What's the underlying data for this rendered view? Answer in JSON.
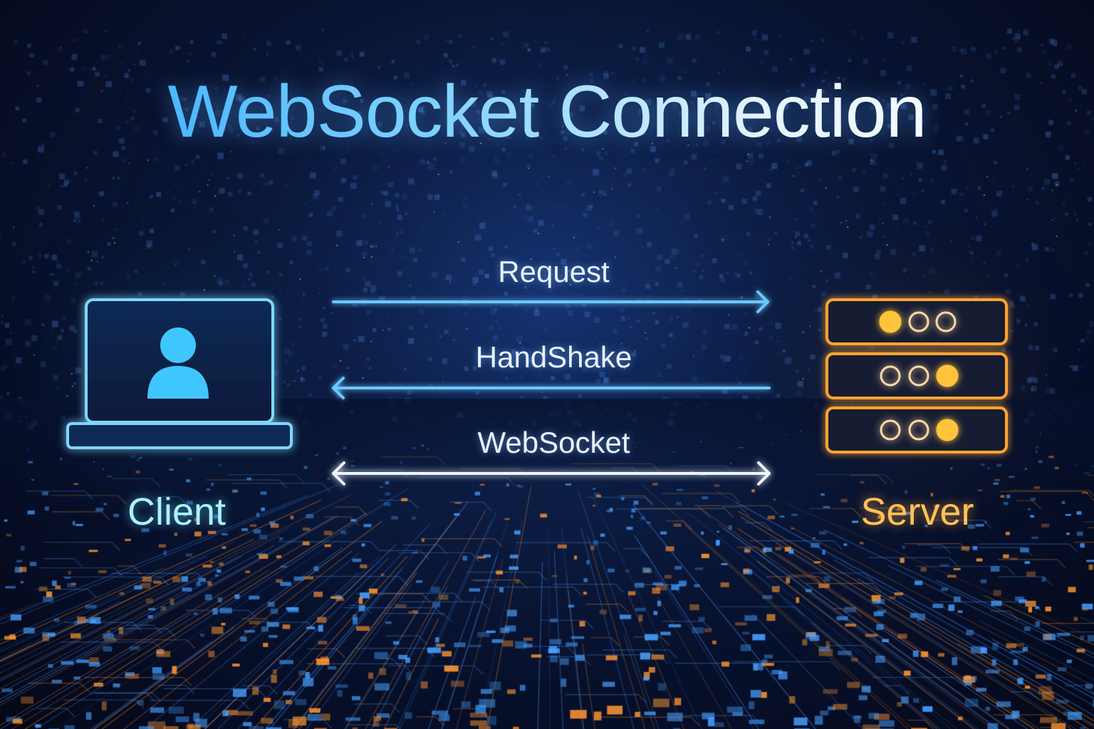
{
  "title": "WebSocket Connection",
  "messages": [
    {
      "label": "Request",
      "direction": "client-to-server"
    },
    {
      "label": "HandShake",
      "direction": "server-to-client"
    },
    {
      "label": "WebSocket",
      "direction": "bidirectional"
    }
  ],
  "nodes": {
    "client": {
      "label": "Client",
      "icon": "laptop-user-icon"
    },
    "server": {
      "label": "Server",
      "icon": "server-rack-icon"
    }
  },
  "colors": {
    "accent_blue": "#39b6ff",
    "accent_orange": "#ffa430",
    "background": "#0a1738"
  }
}
